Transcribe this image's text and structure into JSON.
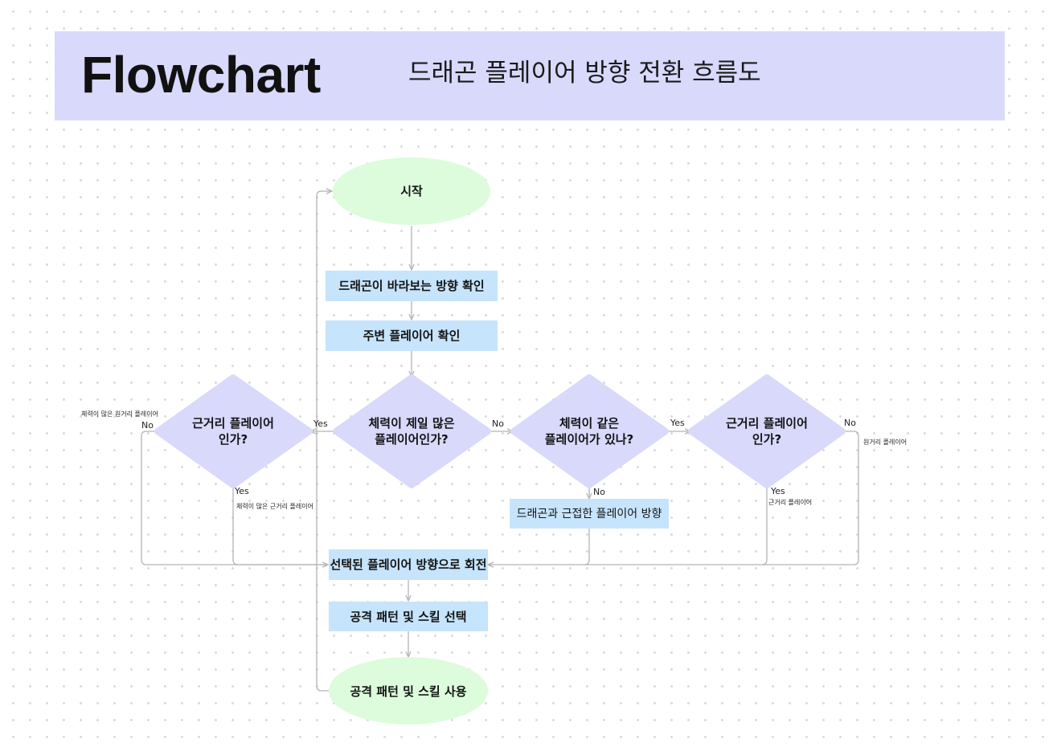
{
  "header": {
    "title": "Flowchart",
    "subtitle": "드래곤 플레이어 방향 전환 흐름도"
  },
  "nodes": {
    "start": "시작",
    "check_facing": "드래곤이 바라보는 방향 확인",
    "check_players": "주변 플레이어 확인",
    "highest_hp": [
      "체력이 제일 많은",
      "플레이어인가?"
    ],
    "melee_left": [
      "근거리 플레이어",
      "인가?"
    ],
    "same_hp": [
      "체력이 같은",
      "플레이어가 있나?"
    ],
    "melee_right": [
      "근거리 플레이어",
      "인가?"
    ],
    "nearest_player": "드래곤과 근접한 플레이어 방향",
    "rotate": "선택된 플레이어 방향으로 회전",
    "select_attack": "공격 패턴 및 스킬 선택",
    "use_attack": "공격 패턴 및 스킬 사용"
  },
  "edge_labels": {
    "highest_yes": "Yes",
    "highest_no": "No",
    "melee_left_no": "No",
    "melee_left_yes": "Yes",
    "same_yes": "Yes",
    "same_no": "No",
    "melee_right_no": "No",
    "melee_right_yes": "Yes"
  },
  "notes": {
    "melee_left_no": "체력이 많은 원거리 플레이어",
    "melee_left_yes": "체력이 많은 근거리 플레이어",
    "melee_right_no": "원거리 플레이어",
    "melee_right_yes": "근거리 플레이어"
  },
  "colors": {
    "header_bg": "#d8d9fb",
    "terminal_fill": "#dcfcdc",
    "process_fill": "#c6e4fb",
    "decision_fill": "#d8d9fb",
    "connector": "#b4b4b8"
  }
}
